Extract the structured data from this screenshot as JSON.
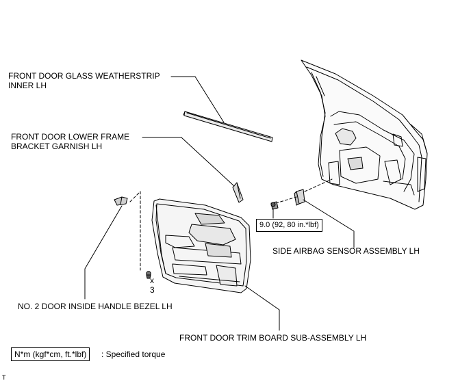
{
  "labels": {
    "weatherstrip_line1": "FRONT DOOR GLASS WEATHERSTRIP",
    "weatherstrip_line2": "INNER LH",
    "garnish_line1": "FRONT DOOR LOWER FRAME",
    "garnish_line2": "BRACKET GARNISH LH",
    "airbag_sensor": "SIDE AIRBAG SENSOR ASSEMBLY LH",
    "handle_bezel": "NO. 2 DOOR INSIDE HANDLE BEZEL LH",
    "trim_board": "FRONT DOOR TRIM BOARD SUB-ASSEMBLY LH",
    "clip_multiplier": "x",
    "clip_count": "3",
    "torque_value": "9.0 (92, 80 in.*lbf)"
  },
  "legend": {
    "unit_box": "N*m (kgf*cm, ft.*lbf)",
    "description": ": Specified torque"
  },
  "footer_mark": "T"
}
